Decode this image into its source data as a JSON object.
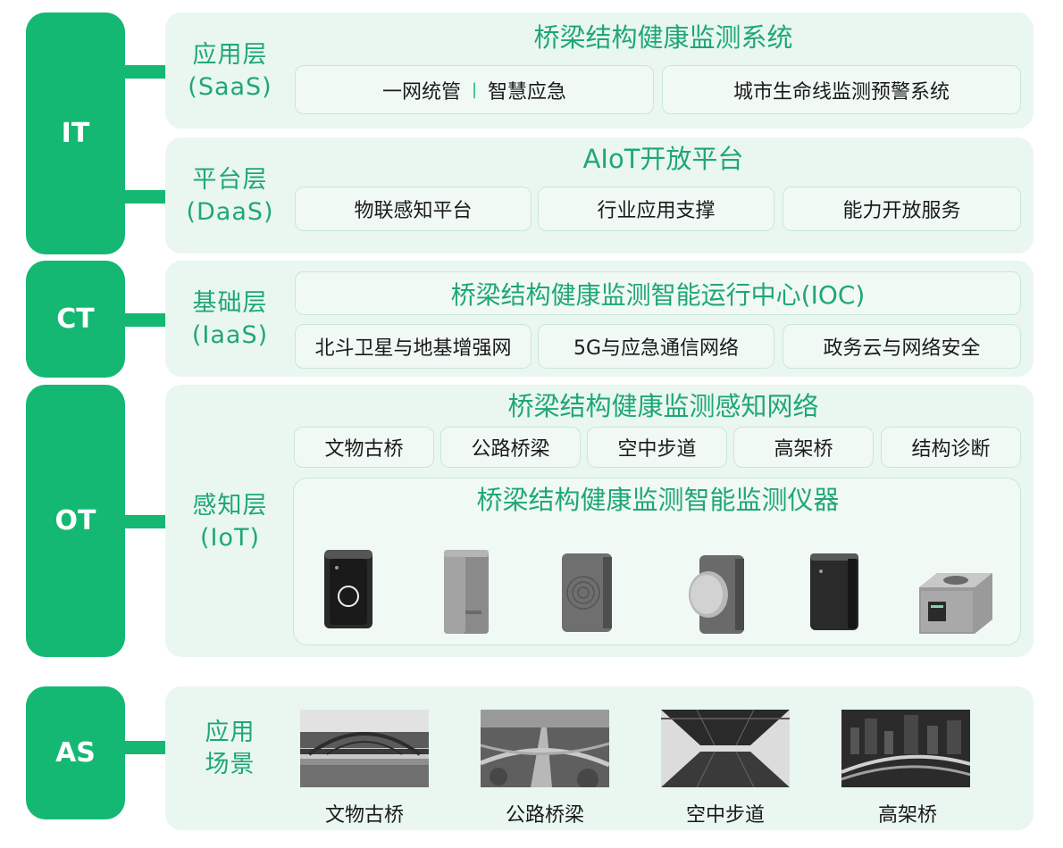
{
  "side_labels": {
    "it": "IT",
    "ct": "CT",
    "ot": "OT",
    "as": "AS"
  },
  "saas": {
    "label_line1": "应用层",
    "label_line2": "(SaaS)",
    "title": "桥梁结构健康监测系统",
    "box1_a": "一网统管",
    "box1_sep": "|",
    "box1_b": "智慧应急",
    "box2": "城市生命线监测预警系统"
  },
  "daas": {
    "label_line1": "平台层",
    "label_line2": "(DaaS)",
    "title": "AIoT开放平台",
    "items": [
      "物联感知平台",
      "行业应用支撑",
      "能力开放服务"
    ]
  },
  "iaas": {
    "label_line1": "基础层",
    "label_line2": "(IaaS)",
    "title": "桥梁结构健康监测智能运行中心(IOC)",
    "items": [
      "北斗卫星与地基增强网",
      "5G与应急通信网络",
      "政务云与网络安全"
    ]
  },
  "iot": {
    "label_line1": "感知层",
    "label_line2": "(IoT)",
    "title": "桥梁结构健康监测感知网络",
    "items": [
      "文物古桥",
      "公路桥梁",
      "空中步道",
      "高架桥",
      "结构诊断"
    ],
    "instruments_title": "桥梁结构健康监测智能监测仪器"
  },
  "scenes": {
    "label_line1": "应用",
    "label_line2": "场景",
    "captions": [
      "文物古桥",
      "公路桥梁",
      "空中步道",
      "高架桥"
    ]
  },
  "colors": {
    "accent": "#14b873",
    "panel": "#eaf7f1",
    "text_accent": "#1fa775"
  }
}
